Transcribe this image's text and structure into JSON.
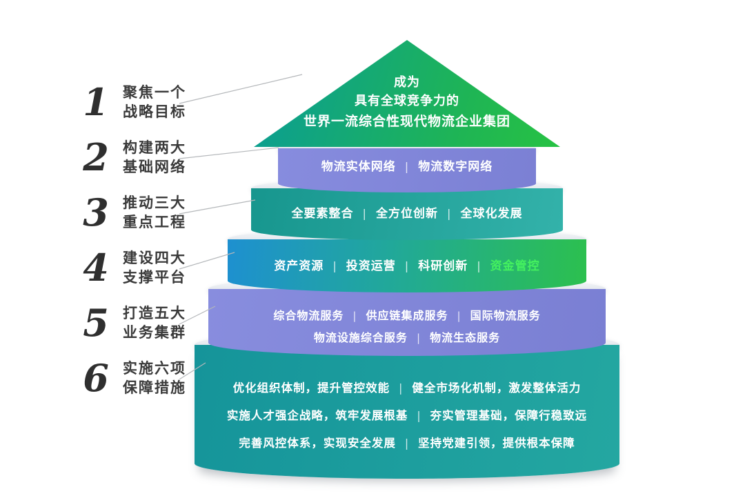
{
  "sep": "|",
  "left_labels": [
    {
      "num": "1",
      "line1": "聚焦一个",
      "line2": "战略目标"
    },
    {
      "num": "2",
      "line1": "构建两大",
      "line2": "基础网络"
    },
    {
      "num": "3",
      "line1": "推动三大",
      "line2": "重点工程"
    },
    {
      "num": "4",
      "line1": "建设四大",
      "line2": "支撑平台"
    },
    {
      "num": "5",
      "line1": "打造五大",
      "line2": "业务集群"
    },
    {
      "num": "6",
      "line1": "实施六项",
      "line2": "保障措施"
    }
  ],
  "pyramid": {
    "apex": {
      "line1": "成为",
      "line2": "具有全球竞争力的",
      "line3": "世界一流综合性现代物流企业集团"
    },
    "tier2": {
      "items": [
        "物流实体网络",
        "物流数字网络"
      ]
    },
    "tier3": {
      "items": [
        "全要素整合",
        "全方位创新",
        "全球化发展"
      ]
    },
    "tier4": {
      "items": [
        "资产资源",
        "投资运营",
        "科研创新",
        "资金管控"
      ],
      "highlight_item": "资金管控"
    },
    "tier5": {
      "row1": [
        "综合物流服务",
        "供应链集成服务",
        "国际物流服务"
      ],
      "row2": [
        "物流设施综合服务",
        "物流生态服务"
      ]
    },
    "tier6": {
      "row1": [
        "优化组织体制，提升管控效能",
        "健全市场化机制，激发整体活力"
      ],
      "row2": [
        "实施人才强企战略，筑牢发展根基",
        "夯实管理基础，保障行稳致远"
      ],
      "row3": [
        "完善风控体系，实现安全发展",
        "坚持党建引领，提供根本保障"
      ]
    }
  },
  "colors": {
    "apex_gradient_start": "#0c9f8f",
    "apex_gradient_end": "#27c243",
    "purple_band": "#8186d8",
    "teal_band": "#2aa89f",
    "blue_start": "#1e90d0",
    "green_end": "#2cc04e",
    "dark_teal_band": "#1d9a9d",
    "cap_light": "#e3e7ed",
    "highlight_text": "#44f15f",
    "label_text": "#3a3a3a",
    "connector_line": "#b4b7ba"
  }
}
